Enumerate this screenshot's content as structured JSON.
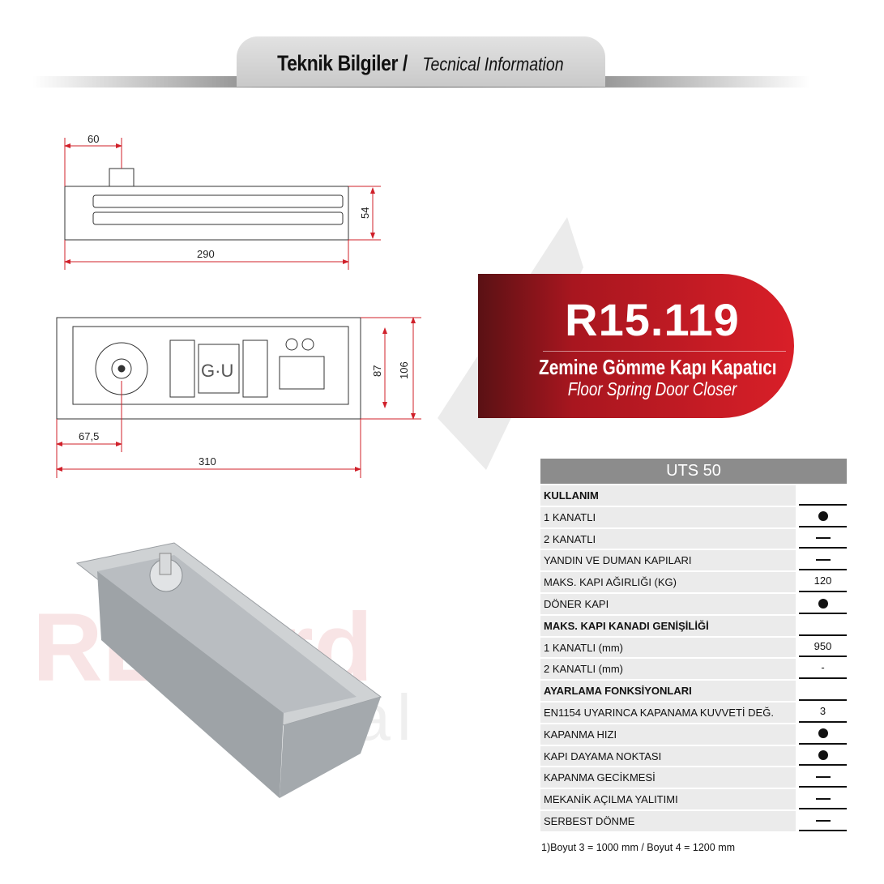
{
  "header": {
    "title_bold": "Teknik Bilgiler /",
    "title_italic": "Tecnical Information"
  },
  "drawing_top": {
    "dims": [
      "60",
      "54",
      "290"
    ]
  },
  "drawing_plan": {
    "dims": [
      "87",
      "106",
      "67,5",
      "310"
    ]
  },
  "banner": {
    "model": "R15.119",
    "name_tr": "Zemine Gömme Kapı Kapatıcı",
    "name_en": "Floor Spring Door Closer",
    "color": "#c81b24"
  },
  "watermark": {
    "text1": "REkard",
    "text2": "metal"
  },
  "table": {
    "header": "UTS 50",
    "rows": [
      {
        "label": "KULLANIM",
        "bold": true,
        "value": ""
      },
      {
        "label": "1 KANATLI",
        "value": "dot"
      },
      {
        "label": "2 KANATLI",
        "value": "dash"
      },
      {
        "label": "YANDIN VE DUMAN KAPILARI",
        "value": "dash"
      },
      {
        "label": "MAKS. KAPI AĞIRLIĞI (KG)",
        "value": "120"
      },
      {
        "label": "DÖNER KAPI",
        "value": "dot"
      },
      {
        "label": "MAKS. KAPI KANADI GENİŞİLİĞİ",
        "bold": true,
        "value": ""
      },
      {
        "label": "1 KANATLI (mm)",
        "value": "950"
      },
      {
        "label": "2 KANATLI (mm)",
        "value": "-"
      },
      {
        "label": "AYARLAMA FONKSİYONLARI",
        "bold": true,
        "value": ""
      },
      {
        "label": "EN1154 UYARINCA KAPANAMA KUVVETİ DEĞ.",
        "value": "3"
      },
      {
        "label": "KAPANMA HIZI",
        "value": "dot"
      },
      {
        "label": "KAPI DAYAMA NOKTASI",
        "value": "dot"
      },
      {
        "label": "KAPANMA GECİKMESİ",
        "value": "dash"
      },
      {
        "label": "MEKANİK AÇILMA YALITIMI",
        "value": "dash"
      },
      {
        "label": "SERBEST DÖNME",
        "value": "dash"
      }
    ]
  },
  "footnote": "1)Boyut 3 = 1000 mm / Boyut 4 = 1200 mm"
}
